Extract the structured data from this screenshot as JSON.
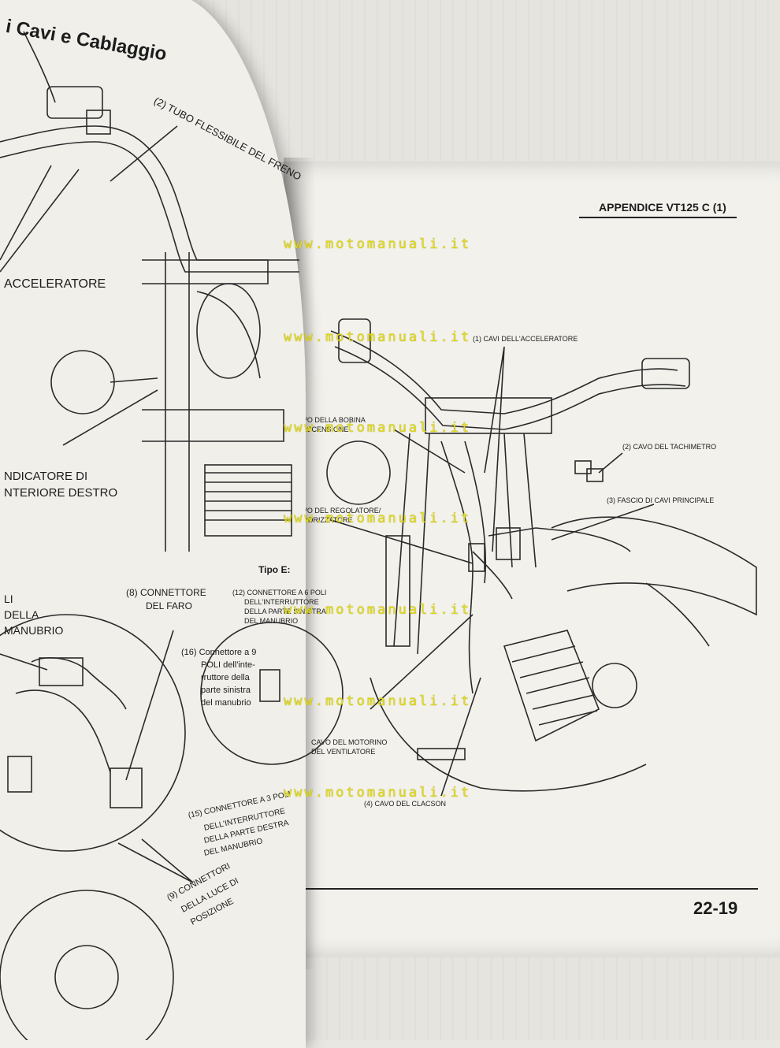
{
  "left_page": {
    "title": "i Cavi e Cablaggio",
    "labels": {
      "brake_hose": "(2) TUBO FLESSIBILE DEL FRENO",
      "throttle": "ACCELERATORE",
      "indicator_1": "NDICATORE DI",
      "indicator_2": "NTERIORE DESTRO",
      "type_e": "Tipo E:",
      "conn8_1": "(8)  CONNETTORE",
      "conn8_2": "DEL FARO",
      "left_1": "LI",
      "left_2": "DELLA",
      "left_3": "MANUBRIO",
      "conn12_1": "(12)  CONNETTORE A 6 POLI",
      "conn12_2": "DELL'INTERRUTTORE",
      "conn12_3": "DELLA PARTE SINISTRA",
      "conn12_4": "DEL MANUBRIO",
      "conn16_1": "(16)  Connettore a 9",
      "conn16_2": "POLI dell'inte-",
      "conn16_3": "rruttore della",
      "conn16_4": "parte sinistra",
      "conn16_5": "del manubrio",
      "conn15_1": "(15)  CONNETTORE A 3 POLI",
      "conn15_2": "DELL'INTERRUTTORE",
      "conn15_3": "DELLA PARTE DESTRA",
      "conn15_4": "DEL MANUBRIO",
      "conn9_1": "(9)  CONNETTORI",
      "conn9_2": "DELLA LUCE DI",
      "conn9_3": "POSIZIONE"
    }
  },
  "right_page": {
    "header": "APPENDICE VT125 C (1)",
    "page_number": "22-19",
    "labels": {
      "throttle_cables": "(1) CAVI DELL'ACCELERATORE",
      "ignition_coil_1": "CAVO DELLA BOBINA",
      "ignition_coil_2": "DI ACCENSIONE",
      "speedometer": "(2) CAVO DEL TACHIMETRO",
      "main_harness": "(3) FASCIO DI CAVI PRINCIPALE",
      "regulator_1": "CAVO DEL REGOLATORE/",
      "regulator_2": "RADDRIZZATORE",
      "fan_motor_1": "CAVO DEL MOTORINO",
      "fan_motor_2": "DEL VENTILATORE",
      "horn": "(4) CAVO DEL CLACSON"
    }
  },
  "watermark": "www.motomanuali.it"
}
